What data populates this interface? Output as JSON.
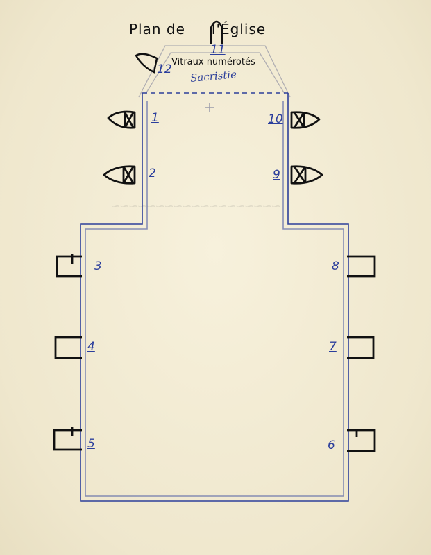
{
  "title": {
    "before": "Plan de",
    "after": "l'Église"
  },
  "subtitle": "Vitraux numérotés",
  "sacristie_label": "Sacristie",
  "window_numbers": [
    "1",
    "2",
    "3",
    "4",
    "5",
    "6",
    "7",
    "8",
    "9",
    "10",
    "11",
    "12"
  ],
  "colors": {
    "plan_line": "#2c3f9a",
    "ink": "#111111",
    "paper": "#f3edd6"
  },
  "icons": [
    "window-bay-icon",
    "lancet-window-icon",
    "altar-cross-icon"
  ]
}
